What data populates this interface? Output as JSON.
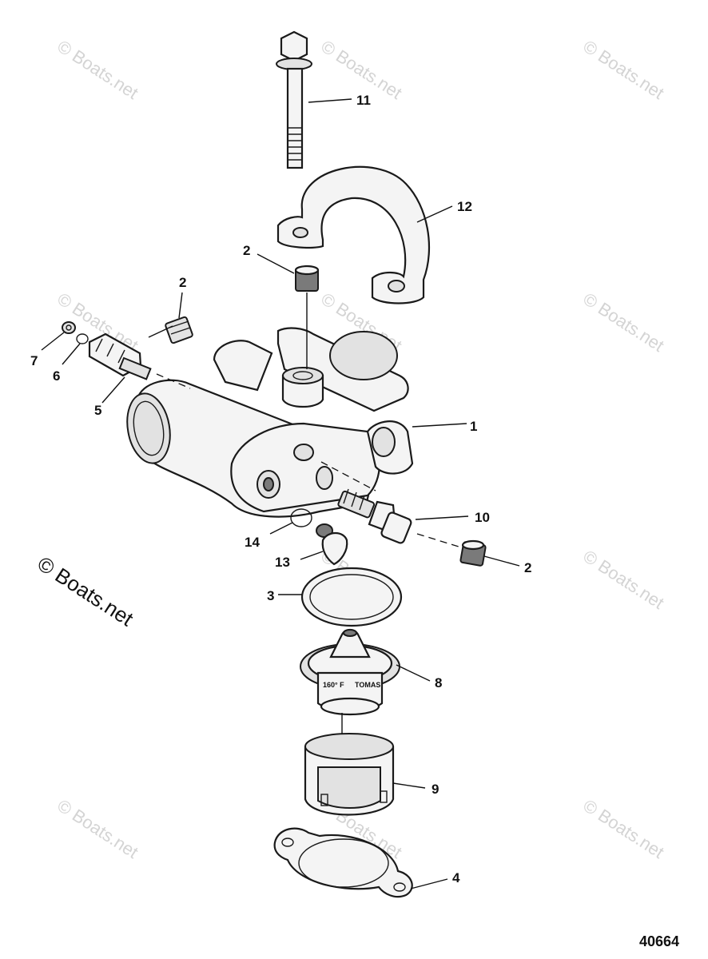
{
  "watermark": "© Boats.net",
  "figure_number": "40664",
  "callouts": {
    "c1": "1",
    "c2a": "2",
    "c2b": "2",
    "c2c": "2",
    "c3": "3",
    "c4": "4",
    "c5": "5",
    "c6": "6",
    "c7": "7",
    "c8": "8",
    "c9": "9",
    "c10": "10",
    "c11": "11",
    "c12": "12",
    "c13": "13",
    "c14": "14"
  },
  "thermostat_marks": {
    "temp": "160° F",
    "brand": "TOMAS"
  }
}
